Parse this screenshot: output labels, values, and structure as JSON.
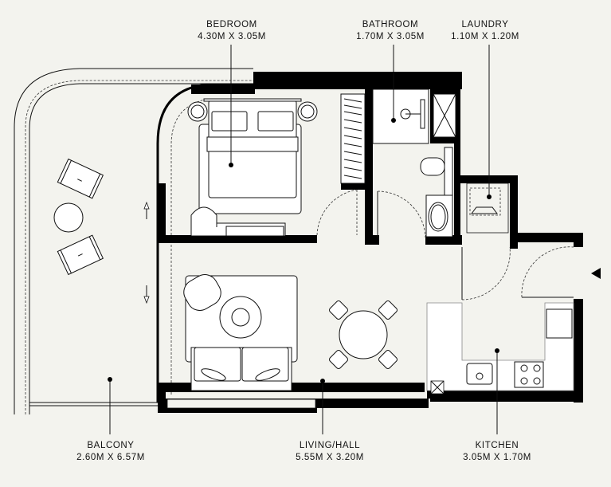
{
  "floorplan": {
    "background": "#f3f3ee",
    "wall_color": "#000000",
    "rooms": [
      {
        "id": "bedroom",
        "name": "BEDROOM",
        "dimensions": "4.30M X 3.05M"
      },
      {
        "id": "bathroom",
        "name": "BATHROOM",
        "dimensions": "1.70M X 3.05M"
      },
      {
        "id": "laundry",
        "name": "LAUNDRY",
        "dimensions": "1.10M X 1.20M"
      },
      {
        "id": "balcony",
        "name": "BALCONY",
        "dimensions": "2.60M X 6.57M"
      },
      {
        "id": "living",
        "name": "LIVING/HALL",
        "dimensions": "5.55M X 3.20M"
      },
      {
        "id": "kitchen",
        "name": "KITCHEN",
        "dimensions": "3.05M X 1.70M"
      }
    ],
    "entrance_marker": "entrance-arrow",
    "icons": [
      "bed-icon",
      "wardrobe-icon",
      "shower-icon",
      "toilet-icon",
      "sink-icon",
      "washing-machine-icon",
      "sofa-icon",
      "armchair-icon",
      "coffee-table-icon",
      "dining-table-icon",
      "stove-icon",
      "kitchen-sink-icon",
      "lounge-chair-icon",
      "side-table-icon",
      "sliding-door-arrow-icon",
      "entrance-arrow-icon"
    ]
  }
}
